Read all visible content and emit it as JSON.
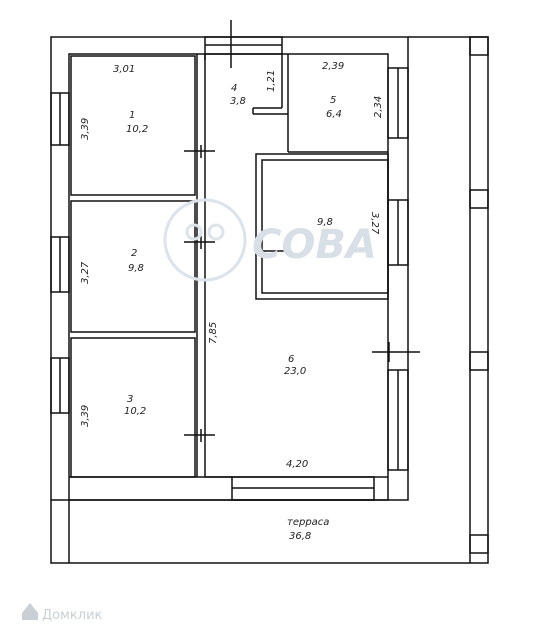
{
  "rooms": [
    {
      "id": "1",
      "area": "10,2",
      "width": "3,01",
      "height": "3,39"
    },
    {
      "id": "2",
      "area": "9,8",
      "height": "3,27"
    },
    {
      "id": "3",
      "area": "10,2",
      "height": "3,39"
    },
    {
      "id": "4",
      "area": "3,8",
      "dim": "1,21"
    },
    {
      "id": "5",
      "area": "6,4",
      "width": "2,39",
      "height": "2,34"
    },
    {
      "id": "",
      "area": "9,8",
      "height": "3,27"
    },
    {
      "id": "6",
      "area": "23,0",
      "width": "4,20",
      "height": "7,85"
    }
  ],
  "terrace": {
    "label": "терраса",
    "area": "36,8"
  },
  "watermark": {
    "text": "СОВА"
  },
  "footer_logo": {
    "text": "Домклик"
  }
}
